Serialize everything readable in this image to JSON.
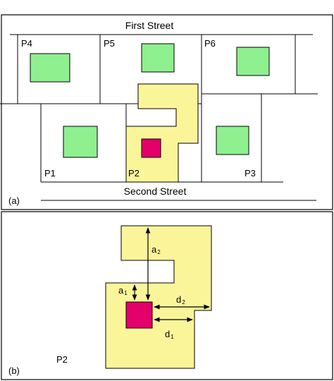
{
  "colors": {
    "lot_border": "#000000",
    "green_building": "#8ef08e",
    "yellow_building": "#fbf59a",
    "red_building": "#e3006a"
  },
  "panel_a": {
    "label": "(a)",
    "top_street": "First Street",
    "bottom_street": "Second Street",
    "lots": {
      "p1": "P1",
      "p2": "P2",
      "p3": "P3",
      "p4": "P4",
      "p5": "P5",
      "p6": "P6"
    }
  },
  "panel_b": {
    "label": "(b)",
    "lot_label": "P2",
    "dimensions": {
      "a1": {
        "letter": "a",
        "subscript": "1"
      },
      "a2": {
        "letter": "a",
        "subscript": "2"
      },
      "d1": {
        "letter": "d",
        "subscript": "1"
      },
      "d2": {
        "letter": "d",
        "subscript": "2"
      }
    }
  }
}
